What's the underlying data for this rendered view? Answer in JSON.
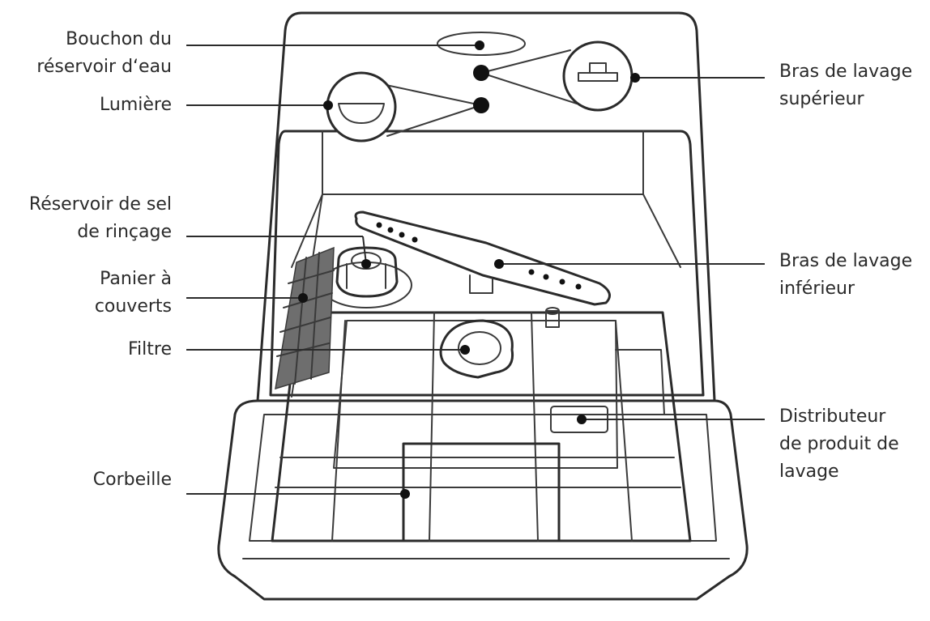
{
  "labels": {
    "bouchon": [
      "Bouchon du",
      "réservoir d‘eau"
    ],
    "lumiere": [
      "Lumière"
    ],
    "sel": [
      "Réservoir de sel",
      "de rinçage"
    ],
    "panier": [
      "Panier à",
      "couverts"
    ],
    "filtre": [
      "Filtre"
    ],
    "corbeille": [
      "Corbeille"
    ],
    "bras_sup": [
      "Bras de lavage",
      "supérieur"
    ],
    "bras_inf": [
      "Bras de lavage",
      "inférieur"
    ],
    "distributeur": [
      "Distributeur",
      "de produit de",
      "lavage"
    ]
  }
}
